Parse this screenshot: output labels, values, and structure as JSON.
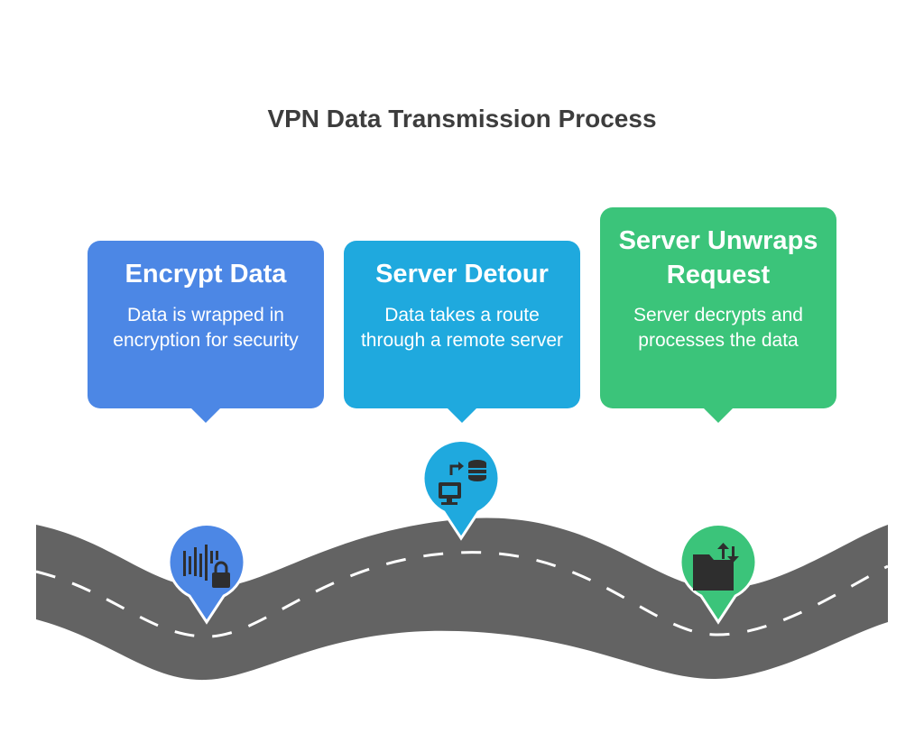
{
  "title": "VPN Data Transmission Process",
  "steps": [
    {
      "heading": "Encrypt Data",
      "description": "Data is wrapped in encryption for security",
      "color": "#4c87e5",
      "icon": "encrypted-signal-lock-icon"
    },
    {
      "heading": "Server Detour",
      "description": "Data takes a route through a remote server",
      "color": "#1fa9de",
      "icon": "computer-server-transfer-icon"
    },
    {
      "heading": "Server Unwraps Request",
      "description": "Server decrypts and processes the data",
      "color": "#3bc47a",
      "icon": "folder-download-icon"
    }
  ],
  "road_color": "#636363"
}
